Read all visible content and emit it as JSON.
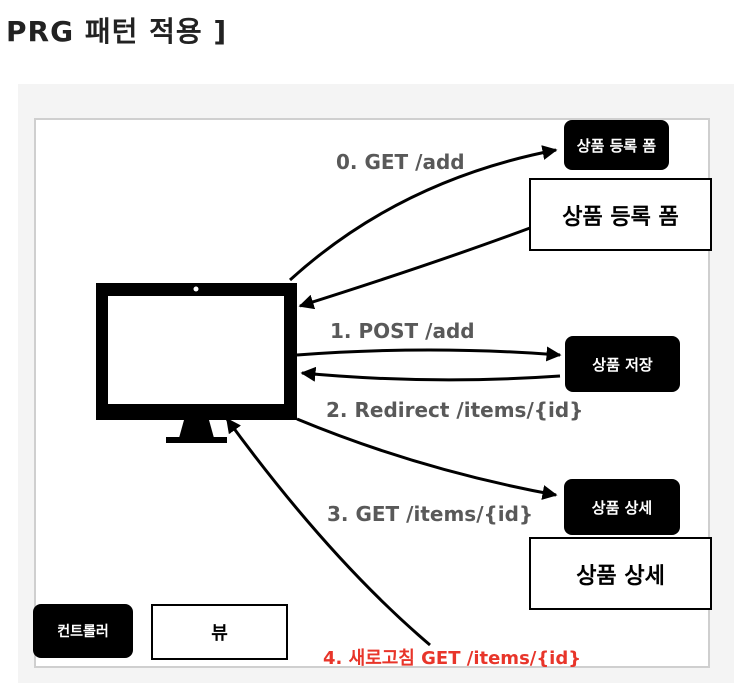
{
  "title": "PRG 패턴 적용 ]",
  "nodes": {
    "form_top": "상품 등록 폼",
    "form_view": "상품 등록 폼",
    "save": "상품 저장",
    "detail_top": "상품 상세",
    "detail_view": "상품 상세"
  },
  "legend": {
    "controller": "컨트롤러",
    "view": "뷰"
  },
  "steps": {
    "s0": "0. GET /add",
    "s1": "1. POST /add",
    "s2": "2. Redirect /items/{id}",
    "s3": "3. GET /items/{id}",
    "s4": "4. 새로고침 GET /items/{id}"
  },
  "colors": {
    "dark_node": "#000000",
    "arrow": "#000000",
    "label": "#595959",
    "highlight": "#e8352a"
  }
}
